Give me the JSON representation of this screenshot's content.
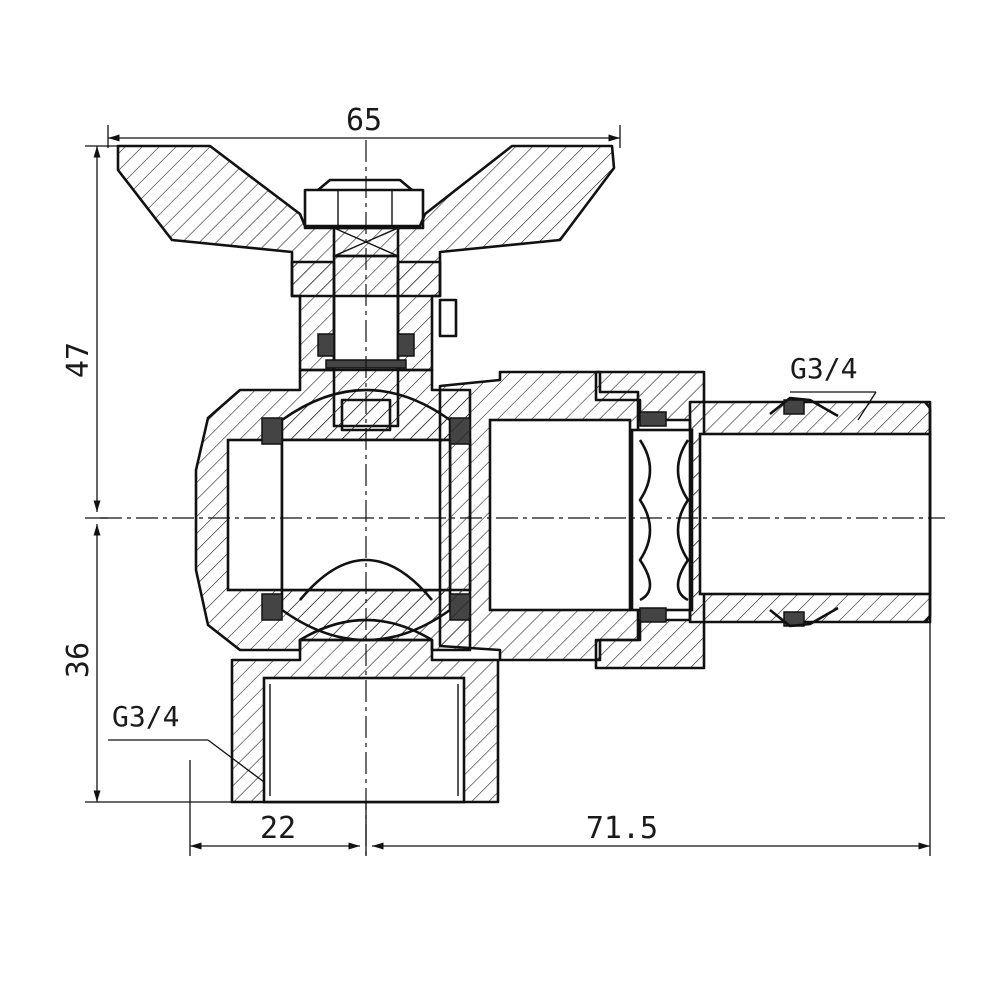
{
  "drawing": {
    "dimensions": {
      "width_top": "65",
      "height_upper": "47",
      "height_lower": "36",
      "offset_left": "22",
      "length_right": "71.5"
    },
    "threads": {
      "right_end": "G3/4",
      "bottom_end": "G3/4"
    }
  }
}
